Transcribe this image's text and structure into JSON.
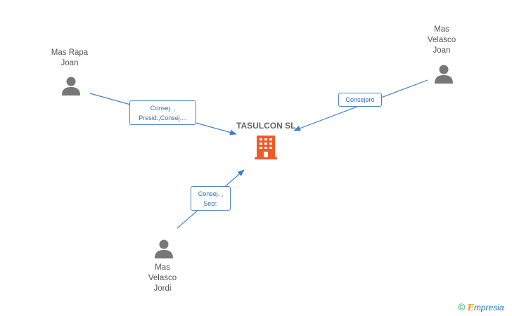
{
  "company": {
    "name": "TASULCON SL",
    "icon": "building-icon",
    "color": "#f05a28"
  },
  "persons": [
    {
      "name": "Mas Rapa\nJoan",
      "icon": "person-icon",
      "role": "Consej. ,\nPresid.,Consej...."
    },
    {
      "name": "Mas\nVelasco\nJoan",
      "icon": "person-icon",
      "role": "Consejero"
    },
    {
      "name": "Mas\nVelasco\nJordi",
      "icon": "person-icon",
      "role": "Consej. ,\nSecr."
    }
  ],
  "colors": {
    "edge": "#3d7fcf",
    "person": "#777777"
  },
  "brand": {
    "copyright": "©",
    "e": "E",
    "rest": "mpresia"
  }
}
